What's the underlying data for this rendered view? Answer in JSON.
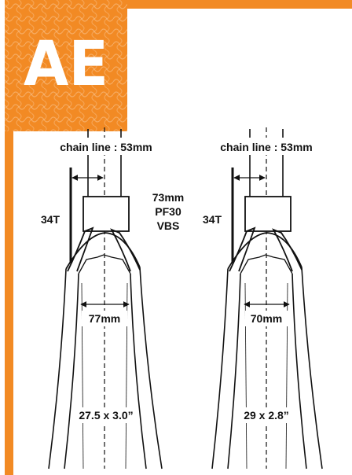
{
  "badge": {
    "text": "AE",
    "color": "#f28a24"
  },
  "frame": {
    "border_color": "#f28a24"
  },
  "left_diagram": {
    "chain_line_label": "chain line : 53mm",
    "chainring_label": "34T",
    "bb_lines": [
      "73mm",
      "PF30",
      "VBS"
    ],
    "width_label": "77mm",
    "tire_label": "27.5 x 3.0”"
  },
  "right_diagram": {
    "chain_line_label": "chain line : 53mm",
    "chainring_label": "34T",
    "width_label": "70mm",
    "tire_label": "29 x 2.8”"
  }
}
